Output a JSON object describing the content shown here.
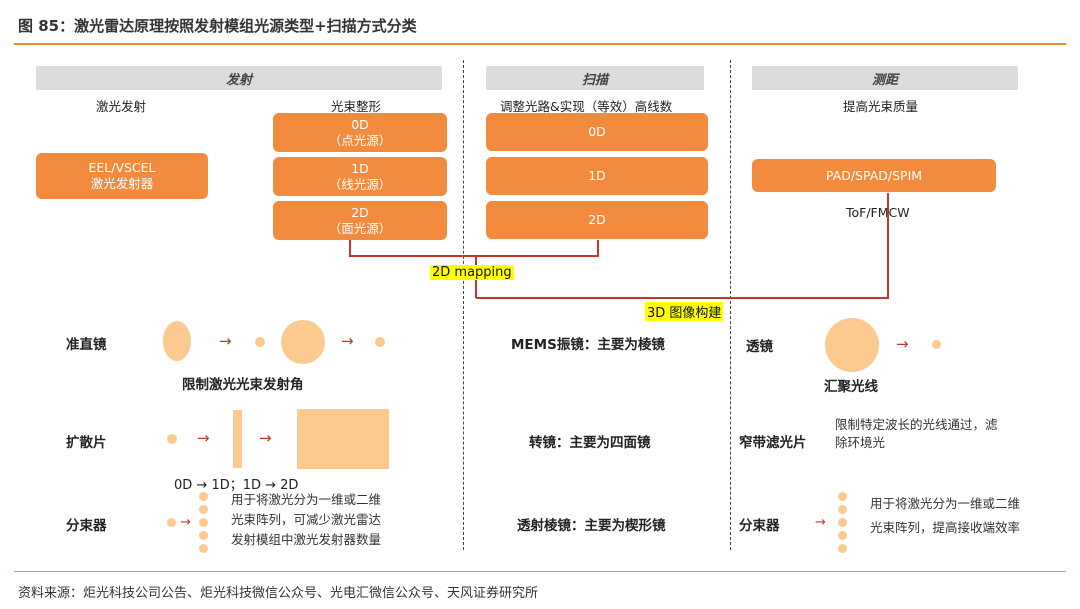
{
  "title": "图 85：激光雷达原理按照发射模组光源类型+扫描方式分类",
  "source": "资料来源：炬光科技公司公告、炬光科技微信公众号、光电汇微信公众号、天风证券研究所",
  "colors": {
    "accent": "#f08a2c",
    "box": "#f28b3e",
    "peach": "#fcc98f",
    "connector": "#c0392b",
    "highlight": "#ffff00"
  },
  "emit": {
    "header": "发射",
    "col1_label": "激光发射",
    "col2_label": "光束整形",
    "laser_box": [
      "EEL/VSCEL",
      "激光发射器"
    ],
    "beam_boxes": [
      {
        "line1": "0D",
        "line2": "（点光源）"
      },
      {
        "line1": "1D",
        "line2": "（线光源）"
      },
      {
        "line1": "2D",
        "line2": "（面光源）"
      }
    ]
  },
  "scan": {
    "header": "扫描",
    "label": "调整光路&实现（等效）高线数",
    "boxes": [
      "0D",
      "1D",
      "2D"
    ]
  },
  "ranging": {
    "header": "测距",
    "label": "提高光束质量",
    "box": "PAD/SPAD/SPIM",
    "method": "ToF/FMCW"
  },
  "connectors": {
    "mapping_2d": "2D mapping",
    "image_3d": "3D 图像构建"
  },
  "components_left": {
    "collimator": {
      "label": "准直镜",
      "caption": "限制激光光束发射角"
    },
    "diffuser": {
      "label": "扩散片",
      "caption": "0D → 1D；1D → 2D"
    },
    "splitter": {
      "label": "分束器",
      "desc": [
        "用于将激光分为一维或二维",
        "光束阵列，可减少激光雷达",
        "发射模组中激光发射器数量"
      ]
    }
  },
  "components_mid": {
    "mems": "MEMS振镜：主要为棱镜",
    "rotating": "转镜：主要为四面镜",
    "prism": "透射棱镜：主要为楔形镜"
  },
  "components_right": {
    "lens": {
      "label": "透镜",
      "caption": "汇聚光线"
    },
    "filter": {
      "label": "窄带滤光片",
      "desc": [
        "限制特定波长的光线通过，滤",
        "除环境光"
      ]
    },
    "splitter": {
      "label": "分束器",
      "desc": [
        "用于将激光分为一维或二维",
        "光束阵列，提高接收端效率"
      ]
    }
  }
}
